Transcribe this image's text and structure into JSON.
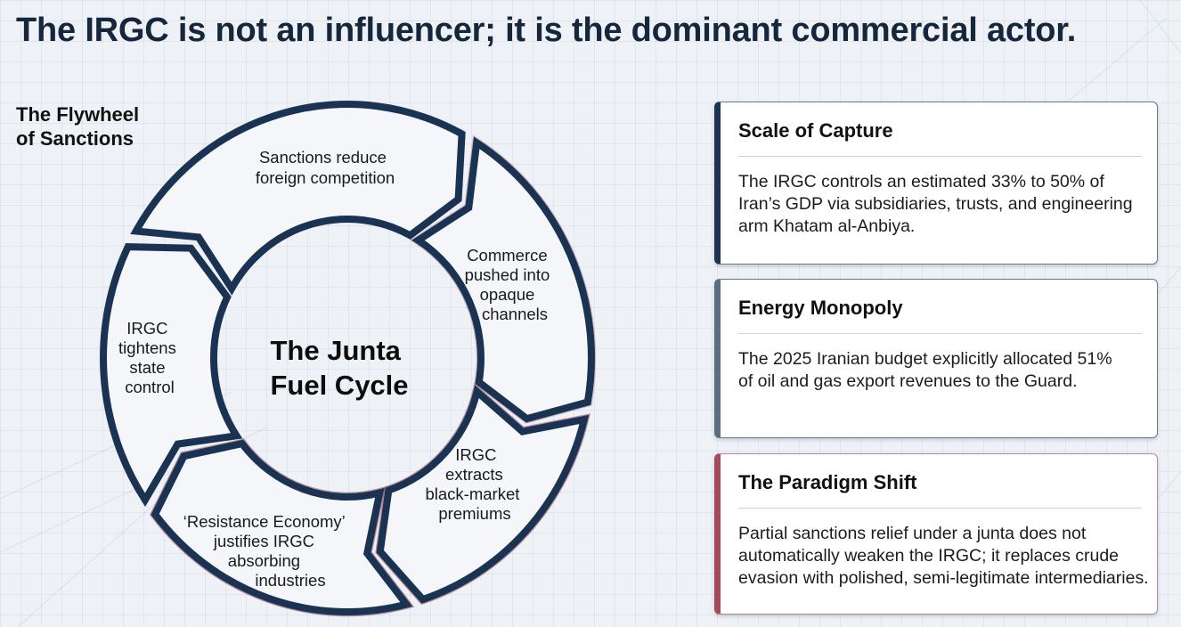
{
  "page": {
    "title": "The IRGC is not an influencer; it is the dominant commercial actor."
  },
  "diagram": {
    "label_lines": [
      "The Flywheel",
      "of Sanctions"
    ],
    "center_lines": [
      "The Junta",
      "Fuel Cycle"
    ],
    "flow_direction": "clockwise",
    "segments": [
      {
        "lines": [
          "Sanctions reduce",
          "foreign competition"
        ]
      },
      {
        "lines": [
          "Commerce",
          "pushed into",
          "opaque",
          "channels"
        ]
      },
      {
        "lines": [
          "IRGC",
          "extracts",
          "black-market",
          "premiums"
        ]
      },
      {
        "lines": [
          "‘Resistance Economy’",
          "justifies IRGC",
          "absorbing",
          "industries"
        ]
      },
      {
        "lines": [
          "IRGC",
          "tightens",
          "state",
          "control"
        ]
      }
    ],
    "colors": {
      "ring_stroke": "#1b3352",
      "halo": "#8b3d50"
    }
  },
  "cards": [
    {
      "title": "Scale of Capture",
      "body_lines": [
        "The IRGC controls an estimated 33% to 50% of",
        "Iran’s GDP via subsidiaries, trusts, and engineering",
        "arm Khatam al-Anbiya."
      ],
      "accent": "#1c3352"
    },
    {
      "title": "Energy Monopoly",
      "body_lines": [
        "The 2025 Iranian budget explicitly allocated 51%",
        "of oil and gas export revenues to the Guard."
      ],
      "accent": "#5b6d7e"
    },
    {
      "title": "The Paradigm Shift",
      "body_lines": [
        "Partial sanctions relief under a junta does not",
        "automatically weaken the IRGC; it replaces crude",
        "evasion with polished, semi-legitimate intermediaries."
      ],
      "accent": "#a44a59"
    }
  ]
}
